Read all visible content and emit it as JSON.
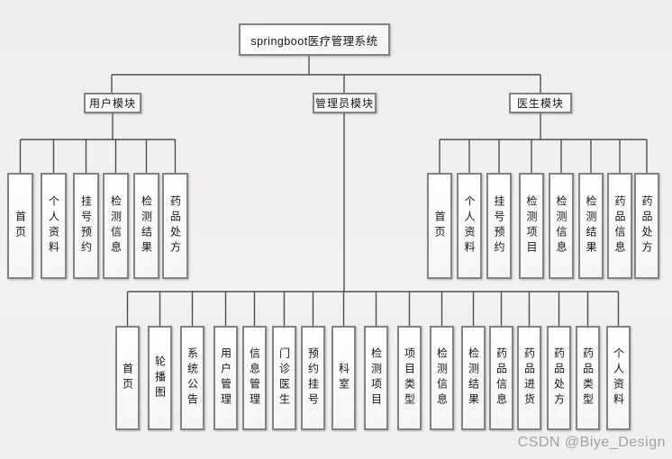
{
  "colors": {
    "background": "#f0efed",
    "box_border": "#838383",
    "box_fill": "#fdfcfa",
    "connector_line": "#4e4e4e",
    "text": "#161616",
    "watermark": "#a2a2a2"
  },
  "diagram": {
    "root": {
      "label": "springboot医疗管理系统"
    },
    "modules": [
      {
        "label": "用户模块",
        "children": [
          "首页",
          "个人资料",
          "挂号预约",
          "检测信息",
          "检测结果",
          "药品处方"
        ]
      },
      {
        "label": "管理员模块",
        "children": [
          "首页",
          "轮播图",
          "系统公告",
          "用户管理",
          "信息管理",
          "门诊医生",
          "预约挂号",
          "科室",
          "检测项目",
          "项目类型",
          "检测信息",
          "检测结果",
          "药品信息",
          "药品进货",
          "药品处方",
          "药品类型",
          "个人资料"
        ]
      },
      {
        "label": "医生模块",
        "children": [
          "首页",
          "个人资料",
          "挂号预约",
          "检测项目",
          "检测信息",
          "检测结果",
          "药品信息",
          "药品处方"
        ]
      }
    ]
  },
  "watermark": {
    "text": "CSDN @Biye_Design"
  }
}
